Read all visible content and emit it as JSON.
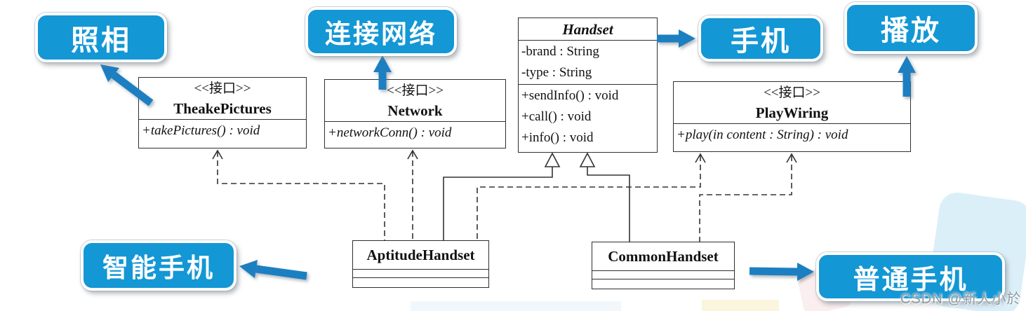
{
  "callouts": {
    "photo": "照相",
    "network": "连接网络",
    "handset": "手机",
    "play": "播放",
    "smart": "智能手机",
    "common": "普通手机"
  },
  "classes": {
    "takepictures": {
      "stereotype": "<<接口>>",
      "name": "TheakePictures",
      "operations": [
        "+takePictures() : void"
      ]
    },
    "network": {
      "stereotype": "<<接口>>",
      "name": "Network",
      "operations": [
        "+networkConn() : void"
      ]
    },
    "handset": {
      "name": "Handset",
      "attributes": [
        "-brand : String",
        "-type : String"
      ],
      "operations": [
        "+sendInfo() : void",
        "+call() : void",
        "+info() : void"
      ]
    },
    "playwiring": {
      "stereotype": "<<接口>>",
      "name": "PlayWiring",
      "operations": [
        "+play(in content : String) : void"
      ]
    },
    "aptitude": {
      "name": "AptitudeHandset"
    },
    "common": {
      "name": "CommonHandset"
    }
  },
  "relations": [
    {
      "from": "AptitudeHandset",
      "to": "TheakePictures",
      "type": "dashed-realization"
    },
    {
      "from": "AptitudeHandset",
      "to": "Network",
      "type": "dashed-realization"
    },
    {
      "from": "AptitudeHandset",
      "to": "Handset",
      "type": "generalization"
    },
    {
      "from": "AptitudeHandset",
      "to": "PlayWiring",
      "type": "dashed-realization"
    },
    {
      "from": "CommonHandset",
      "to": "Handset",
      "type": "generalization"
    },
    {
      "from": "CommonHandset",
      "to": "PlayWiring",
      "type": "dashed-realization"
    }
  ],
  "watermark": "CSDN @新人小於",
  "colors": {
    "callout_fill": "#1397d5",
    "callout_arrow": "#1a7fc1",
    "line": "#333333"
  }
}
